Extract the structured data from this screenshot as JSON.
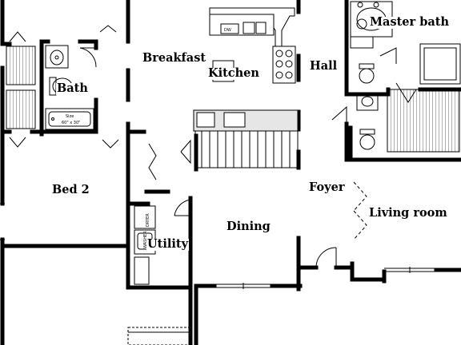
{
  "rooms": {
    "breakfast": "Breakfast",
    "kitchen": "Kitchen",
    "hall": "Hall",
    "master_bath": "Master bath",
    "bath": "Bath",
    "bed2": "Bed 2",
    "foyer": "Foyer",
    "living_room": "Living room",
    "dining": "Dining",
    "utility": "Utility"
  },
  "fixtures": {
    "dishwasher": "DW",
    "tub_size_line1": "Size",
    "tub_size_line2": "60\" x 30\"",
    "dryer": "DRYER",
    "washer": "WASHER"
  },
  "colors": {
    "wall": "#000000",
    "background": "#ffffff",
    "counter_fill": "#e6e6e6"
  }
}
